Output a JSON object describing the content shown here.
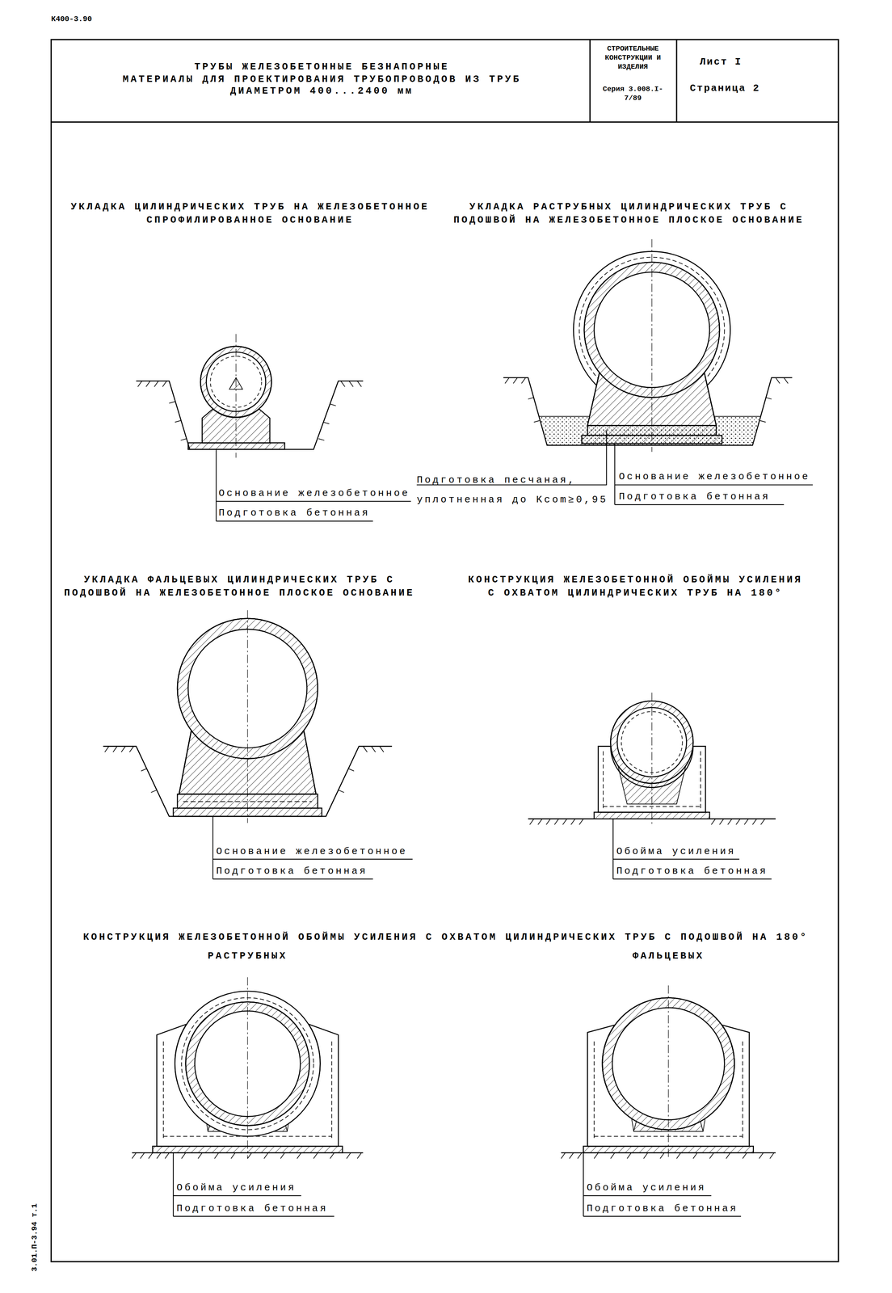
{
  "diagram": {
    "labels": [
      "К400-3.90",
      "ТРУБЫ ЖЕЛЕЗОБЕТОННЫЕ БЕЗНАПОРНЫЕ",
      "МАТЕРИАЛЫ ДЛЯ ПРОЕКТИРОВАНИЯ ТРУБОПРОВОДОВ ИЗ ТРУБ ДИАМЕТРОМ 400...2400 мм",
      "СТРОИТЕЛЬНЫЕ КОНСТРУКЦИИ И ИЗДЕЛИЯ",
      "Серия 3.008.I-7/89",
      "Лист I",
      "Страница 2",
      "УКЛАДКА ЦИЛИНДРИЧЕСКИХ ТРУБ НА ЖЕЛЕЗОБЕТОННОЕ СПРОФИЛИРОВАННОЕ ОСНОВАНИЕ",
      "УКЛАДКА РАСТРУБНЫХ ЦИЛИНДРИЧЕСКИХ ТРУБ С ПОДОШВОЙ НА ЖЕЛЕЗОБЕТОННОЕ ПЛОСКОЕ ОСНОВАНИЕ",
      "Основание железобетонное",
      "Подготовка бетонная",
      "Подготовка песчаная, уплотненная до Kcom≥0,95",
      "Основание железобетонное",
      "Подготовка бетонная",
      "УКЛАДКА ФАЛЬЦЕВЫХ ЦИЛИНДРИЧЕСКИХ ТРУБ С ПОДОШВОЙ НА ЖЕЛЕЗОБЕТОННОЕ ПЛОСКОЕ ОСНОВАНИЕ",
      "КОНСТРУКЦИЯ ЖЕЛЕЗОБЕТОННОЙ ОБОЙМЫ УСИЛЕНИЯ С ОХВАТОМ ЦИЛИНДРИЧЕСКИХ ТРУБ НА 180°",
      "Основание железобетонное",
      "Подготовка бетонная",
      "Обойма усиления",
      "Подготовка бетонная",
      "КОНСТРУКЦИЯ ЖЕЛЕЗОБЕТОННОЙ ОБОЙМЫ УСИЛЕНИЯ С ОХВАТОМ ЦИЛИНДРИЧЕСКИХ ТРУБ С ПОДОШВОЙ НА 180°",
      "РАСТРУБНЫХ",
      "ФАЛЬЦЕВЫХ",
      "Обойма усиления",
      "Подготовка бетонная",
      "Обойма усиления",
      "Подготовка бетонная",
      "3.01.П-3.94 т.1"
    ]
  }
}
